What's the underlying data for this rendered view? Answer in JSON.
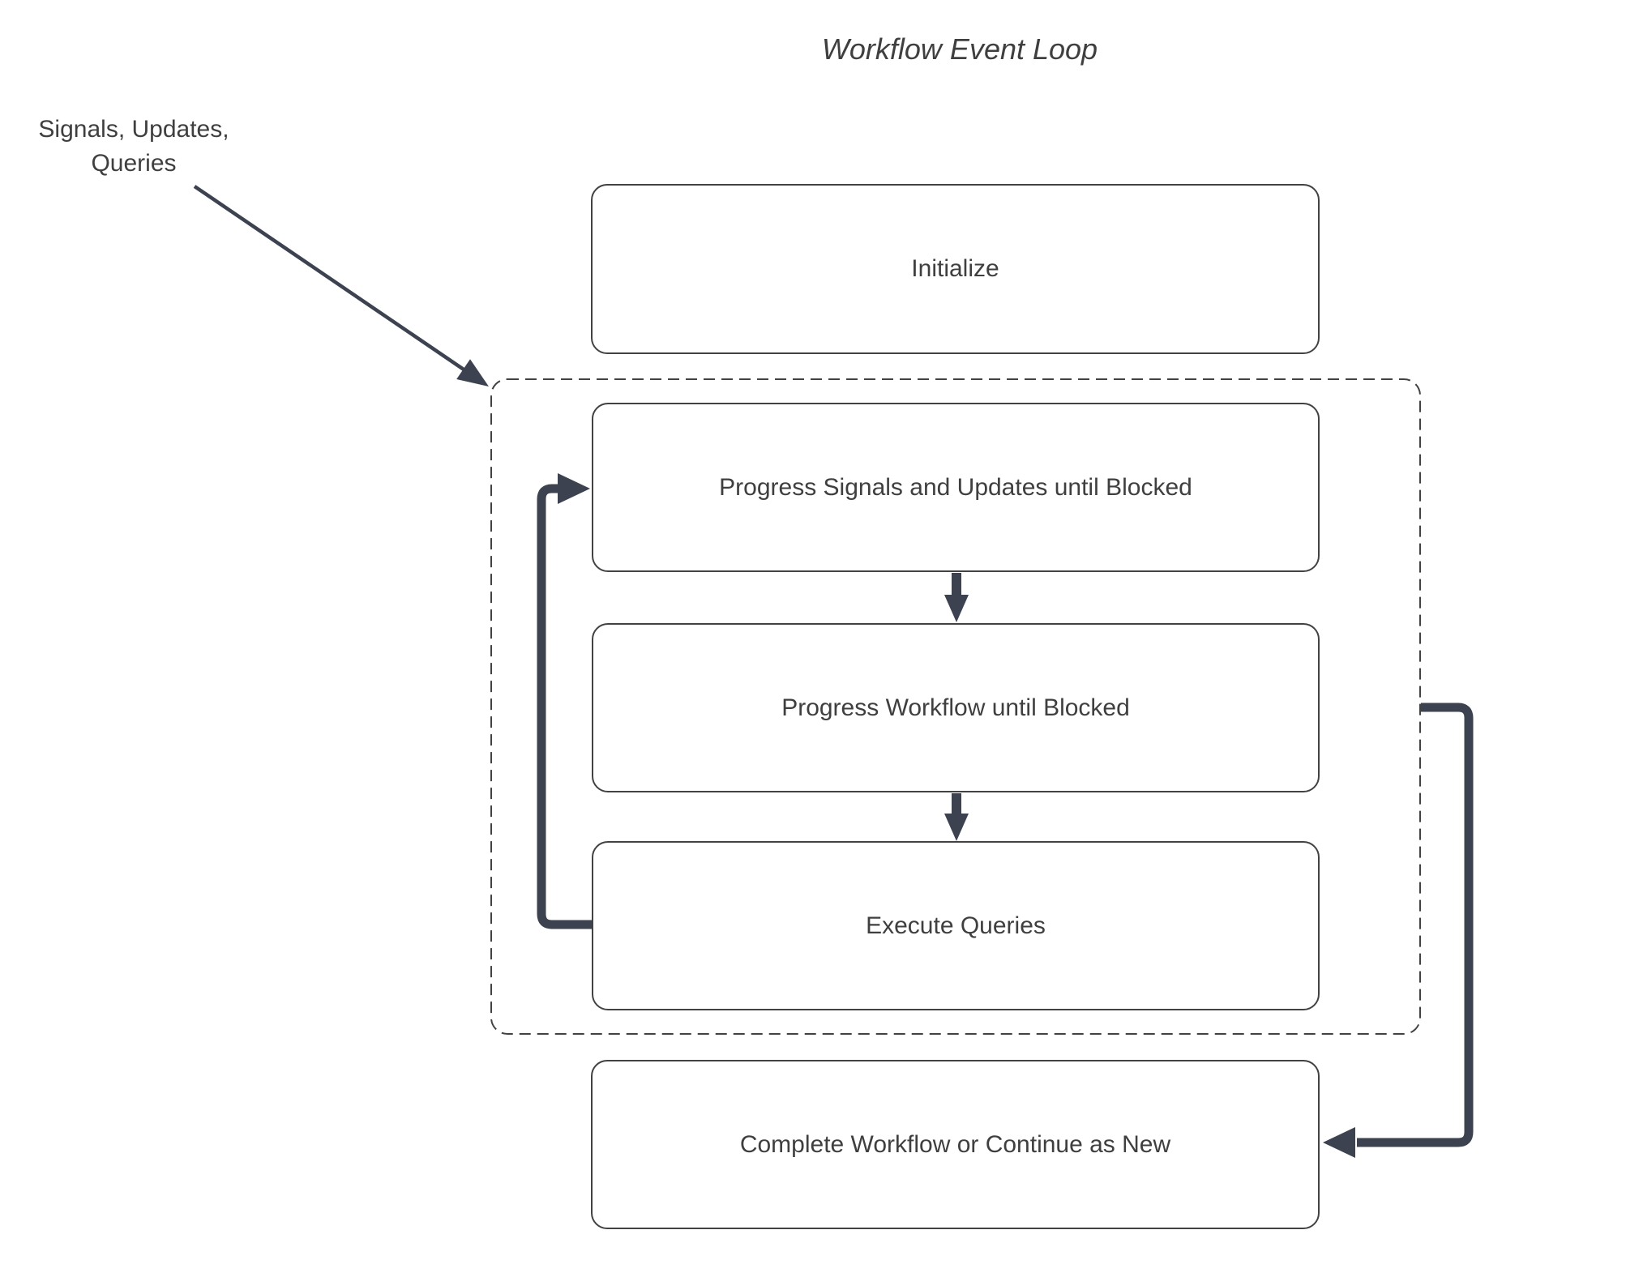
{
  "title": "Workflow Event Loop",
  "annotation": {
    "line1": "Signals, Updates,",
    "line2": "Queries"
  },
  "nodes": {
    "initialize": {
      "label": "Initialize"
    },
    "progress_signals": {
      "label": "Progress Signals and Updates until Blocked"
    },
    "progress_workflow": {
      "label": "Progress Workflow until Blocked"
    },
    "execute_queries": {
      "label": "Execute Queries"
    },
    "complete": {
      "label": "Complete Workflow or Continue as New"
    }
  },
  "colors": {
    "arrow": "#3c4250",
    "node_border": "#424242",
    "text": "#3f3f3f",
    "background": "#ffffff"
  }
}
